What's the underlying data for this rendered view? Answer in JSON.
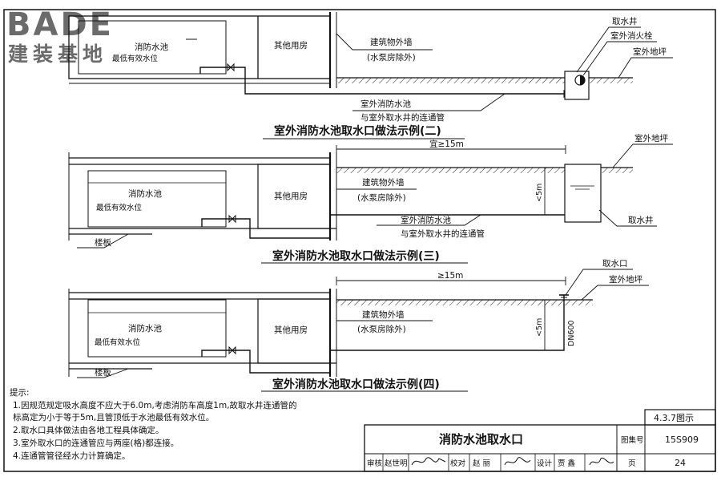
{
  "logo": {
    "en": "BADE",
    "cn": "建装基地"
  },
  "figure_number": "4.3.7图示",
  "diagram2": {
    "caption": "室外消防水池取水口做法示例(二)",
    "pool_name": "消防水池",
    "water_level": "最低有效水位",
    "other_room": "其他用房",
    "wall_label_1": "建筑物外墙",
    "wall_label_2": "(水泵房除外)",
    "well_label": "取水井",
    "hydrant_label": "室外消火栓",
    "ground_label": "室外地坪",
    "pipe_label_1": "室外消防水池",
    "pipe_label_2": "与室外取水井的连通管"
  },
  "diagram3": {
    "caption": "室外消防水池取水口做法示例(三)",
    "distance": "宜≥15m",
    "ground_label": "室外地坪",
    "wall_label_1": "建筑物外墙",
    "wall_label_2": "(水泵房除外)",
    "pool_name": "消防水池",
    "water_level": "最低有效水位",
    "other_room": "其他用房",
    "pipe_label_1": "室外消防水池",
    "pipe_label_2": "与室外取水井的连通管",
    "depth": "<5m",
    "well_label": "取水井",
    "floor_label": "楼板"
  },
  "diagram4": {
    "caption": "室外消防水池取水口做法示例(四)",
    "intake_label": "取水口",
    "ground_label": "室外地坪",
    "distance": "≥15m",
    "wall_label_1": "建筑物外墙",
    "wall_label_2": "(水泵房除外)",
    "pool_name": "消防水池",
    "water_level": "最低有效水位",
    "other_room": "其他用房",
    "depth": "<5m",
    "pipe_size": "DN600",
    "floor_label": "楼板"
  },
  "notes": {
    "heading": "提示:",
    "lines": [
      "1.因规范规定吸水高度不应大于6.0m,考虑消防车高度1m,故取水井连通管的",
      "  标高定为小于等于5m,且管顶低于水池最低有效水位。",
      "2.取水口具体做法由各地工程具体确定。",
      "3.室外取水口的连通管应与两座(格)都连接。",
      "4.连通管管径经水力计算确定。"
    ]
  },
  "title_block": {
    "title": "消防水池取水口",
    "atlas_label": "图集号",
    "atlas_no": "15S909",
    "page_label": "页",
    "page_no": "24",
    "review_label": "审核",
    "review_name": "赵世明",
    "check_label": "校对",
    "check_name": "赵 丽",
    "design_label": "设计",
    "design_name": "贾 鑫"
  }
}
